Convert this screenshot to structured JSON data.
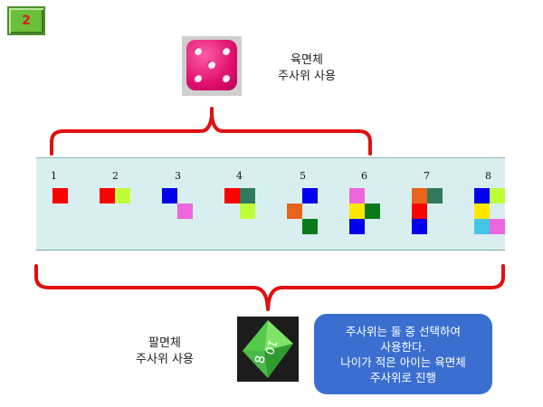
{
  "badge": {
    "label": "2"
  },
  "d6_caption": {
    "line1": "육면체",
    "line2": "주사위 사용"
  },
  "d8_caption": {
    "line1": "팔면체",
    "line2": "주사위 사용"
  },
  "d8_faces": {
    "front": "8",
    "back": "10"
  },
  "note": {
    "line1": "주사위는 둘 중 선택하여",
    "line2": "사용한다.",
    "line3": "나이가 적은 아이는 육면체",
    "line4": "주사위로 진행"
  },
  "levels": [
    {
      "label": "1"
    },
    {
      "label": "2"
    },
    {
      "label": "3"
    },
    {
      "label": "4"
    },
    {
      "label": "5"
    },
    {
      "label": "6"
    },
    {
      "label": "7"
    },
    {
      "label": "8"
    }
  ],
  "colors": {
    "red": "#ff0000",
    "lime": "#bfff3a",
    "blue": "#0000ee",
    "pink": "#ee66dd",
    "teal": "#2e7a5a",
    "orange": "#e8641c",
    "green": "#0a7a1a",
    "yellow": "#ffe800",
    "cyan": "#44c6e6",
    "bracket": "#e01010",
    "strip": "#d9efef",
    "note_bg": "#3a6fd0"
  }
}
